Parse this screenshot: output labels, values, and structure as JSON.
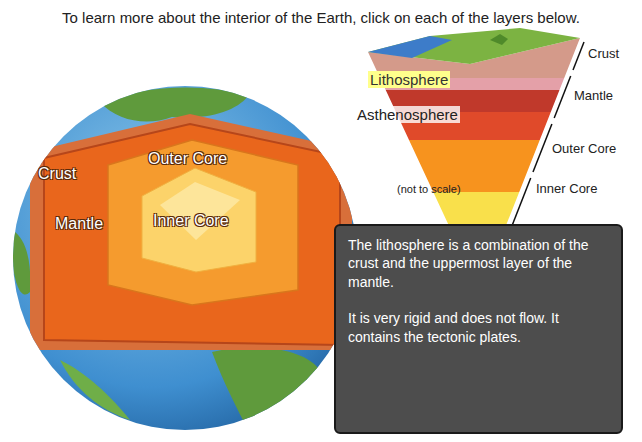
{
  "diagram": {
    "title": "To learn more about the interior of the Earth, click on each of the layers below.",
    "nodes": [
      {
        "text": [
          "The lithosphere is a combination of the crust and the uppermost layer of the mantle.",
          "It is very rigid and does not flow. It contains the tectonic plates."
        ]
      }
    ],
    "labels": [
      "Crust",
      "Outer Core",
      "Mantle",
      "Inner Core",
      "Crust",
      "Lithosphere",
      "Mantle",
      "Asthenosphere",
      "Outer Core",
      "(not to scale)",
      "Inner Core"
    ]
  }
}
